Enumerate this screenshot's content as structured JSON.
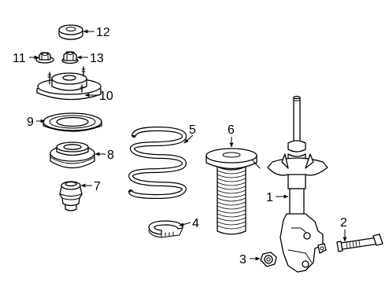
{
  "callouts": [
    {
      "id": "part-1",
      "label": "1"
    },
    {
      "id": "part-2",
      "label": "2"
    },
    {
      "id": "part-3",
      "label": "3"
    },
    {
      "id": "part-4",
      "label": "4"
    },
    {
      "id": "part-5",
      "label": "5"
    },
    {
      "id": "part-6",
      "label": "6"
    },
    {
      "id": "part-7",
      "label": "7"
    },
    {
      "id": "part-8",
      "label": "8"
    },
    {
      "id": "part-9",
      "label": "9"
    },
    {
      "id": "part-10",
      "label": "10"
    },
    {
      "id": "part-11",
      "label": "11"
    },
    {
      "id": "part-12",
      "label": "12"
    },
    {
      "id": "part-13",
      "label": "13"
    }
  ]
}
